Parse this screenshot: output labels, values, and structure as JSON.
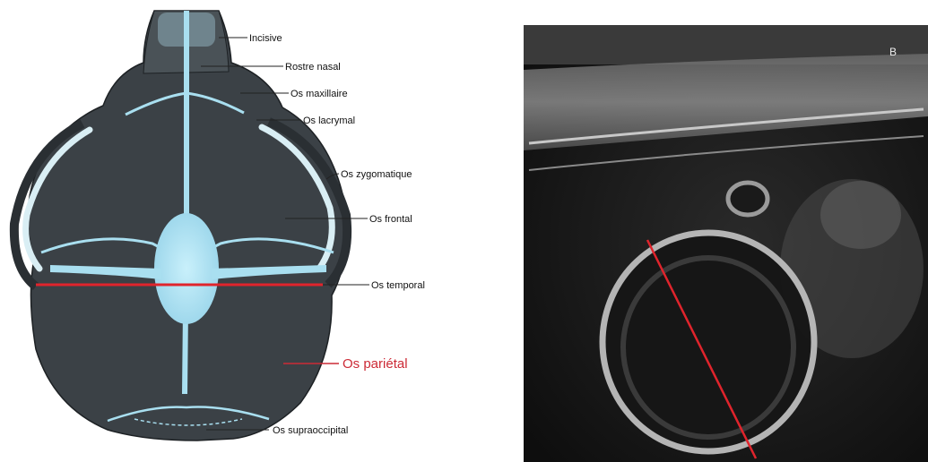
{
  "figure": {
    "skull_labels": [
      {
        "id": "incisive",
        "text": "Incisive"
      },
      {
        "id": "rostre-nasal",
        "text": "Rostre nasal"
      },
      {
        "id": "os-maxillaire",
        "text": "Os maxillaire"
      },
      {
        "id": "os-lacrymal",
        "text": "Os lacrymal"
      },
      {
        "id": "os-zygomatique",
        "text": "Os zygomatique"
      },
      {
        "id": "os-frontal",
        "text": "Os frontal"
      },
      {
        "id": "os-temporal",
        "text": "Os temporal"
      },
      {
        "id": "os-parietal",
        "text": "Os pariétal"
      },
      {
        "id": "os-supraoccipital",
        "text": "Os supraoccipital"
      }
    ],
    "ultrasound_panel_letter": "B",
    "colors": {
      "measurement_line": "#e0242c",
      "highlight_label": "#cc2a36",
      "skull_dark": "#3b4146",
      "suture_blue": "#a9dff0",
      "ultrasound_bg": "#121212"
    }
  }
}
